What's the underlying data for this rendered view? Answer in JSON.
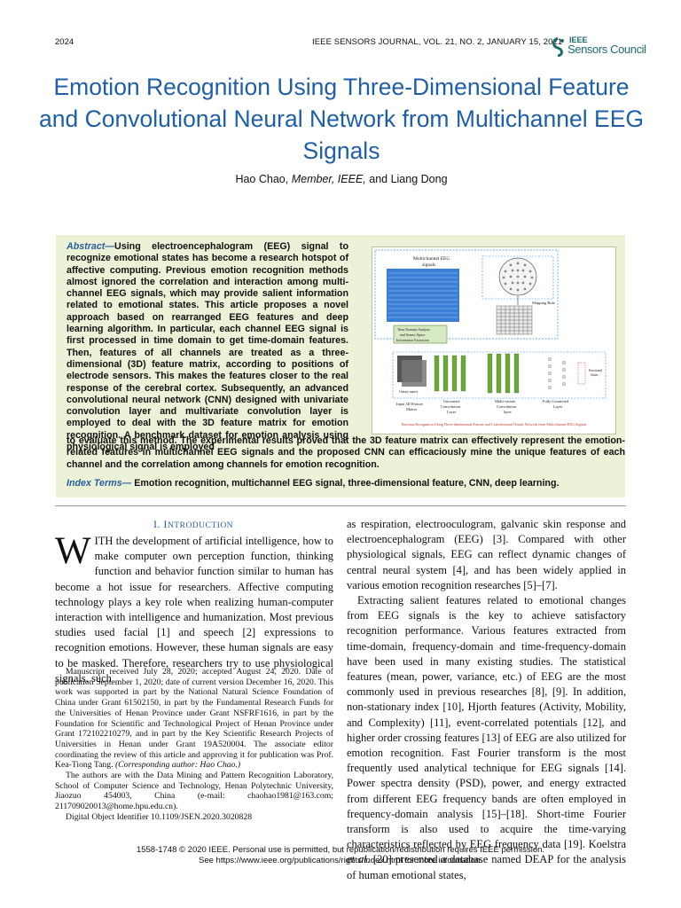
{
  "header": {
    "page_number": "2024",
    "journal": "IEEE SENSORS JOURNAL, VOL. 21, NO. 2, JANUARY 15, 2021",
    "logo_small": "IEEE",
    "logo_big": "Sensors Council"
  },
  "title": "Emotion Recognition Using Three-Dimensional Feature and Convolutional Neural Network from Multichannel EEG Signals",
  "authors": {
    "a1": "Hao Chao,",
    "a1_role": "Member, IEEE,",
    "joiner": "and Liang Dong"
  },
  "abstract": {
    "label": "Abstract",
    "dash": "—",
    "text": "Using electroencephalogram (EEG) signal to recognize emotional states has become a research hotspot of affective computing. Previous emotion recognition methods almost ignored the correlation and interaction among multi-channel EEG signals, which may provide salient information related to emotional states. This article proposes a novel approach based on rearranged EEG features and deep learning algorithm. In particular, each channel EEG signal is first processed in time domain to get time-domain features. Then, features of all channels are treated as a three-dimensional (3D) feature matrix, according to positions of electrode sensors. This makes the features closer to the real response of the cerebral cortex. Subsequently, an advanced convolutional neural network (CNN) designed with univariate convolution layer and multivariate convolution layer is employed to deal with the 3D feature matrix for emotion recognition. A benchmark dataset for emotion analysis using physiological signal is employed",
    "text_wide": "to evaluate this method. The experimental results proved that the 3D feature matrix can effectively represent the emotion-related features in multichannel EEG signals and the proposed CNN can efficaciously mine the unique features of each channel and the correlation among channels for emotion recognition."
  },
  "index_terms": {
    "label": "Index Terms",
    "dash": "—",
    "text": " Emotion recognition, multichannel EEG signal, three-dimensional feature, CNN, deep learning."
  },
  "figure": {
    "label_eeg": "Multichannel EEG",
    "label_eeg2": "signals",
    "label_time": "Time Domain Analysis",
    "label_time2": "and Sensor Space",
    "label_time3": "Information Extraction",
    "label_mapping": "Mapping Rule",
    "label_input": "Input 3D Feature",
    "label_input2": "Matrix",
    "label_uni": "Univariate",
    "label_uni2": "Convolution",
    "label_uni3": "Layer",
    "label_multi": "Multi-variate",
    "label_multi2": "Convolution",
    "label_multi3": "layer",
    "label_fc": "Fully Connected",
    "label_fc2": "Layer",
    "label_emotional": "Emotional",
    "label_emotional2": "States",
    "label_unitary": "Unitary matrix",
    "caption": "Emotion Recognition Using Three-dimensional Feature and Convolutional Neural Network from Multichannel EEG Signals"
  },
  "section": {
    "numeral": "I. I",
    "rest": "NTRODUCTION"
  },
  "left_col": {
    "dropcap": "W",
    "p1": "ITH the development of artificial intelligence, how to make computer own perception function, thinking function and behavior function similar to human has become a hot issue for researchers. Affective computing technology plays a key role when realizing human-computer interaction with intelligence and humanization. Most previous studies used facial [1] and speech [2] expressions to recognition emotions. However, these human signals are easy to be masked. Therefore, researchers try to use physiological signals, such"
  },
  "footnote": {
    "f1": "Manuscript received July 28, 2020; accepted August 24, 2020. Date of publication September 1, 2020; date of current version December 16, 2020. This work was supported in part by the National Natural Science Foundation of China under Grant 61502150, in part by the Fundamental Research Funds for the Universities of Henan Province under Grant NSFRF1616, in part by the Foundation for Scientific and Technological Project of Henan Province under Grant 172102210279, and in part by the Key Scientific Research Projects of Universities in Henan under Grant 19A520004. The associate editor coordinating the review of this article and approving it for publication was Prof. Kea-Tiong Tang.",
    "f1_italic": " (Corresponding author: Hao Chao.)",
    "f2": "The authors are with the Data Mining and Pattern Recognition Laboratory, School of Computer Science and Technology, Henan Polytechnic University, Jiaozuo 454003, China (e-mail: chaohao1981@163.com; 211709020013@home.hpu.edu.cn).",
    "f3": "Digital Object Identifier 10.1109/JSEN.2020.3020828"
  },
  "right_col": {
    "p1": "as respiration, electrooculogram, galvanic skin response and electroencephalogram (EEG) [3]. Compared with other physiological signals, EEG can reflect dynamic changes of central neural system [4], and has been widely applied in various emotion recognition researches [5]–[7].",
    "p2a": "Extracting salient features related to emotional changes from EEG signals is the key to achieve satisfactory recognition performance. Various features extracted from time-domain, frequency-domain and time-frequency-domain have been used in many existing studies. The statistical features (mean, power, variance, etc.) of EEG are the most commonly used in previous researches [8], [9]. In addition, non-stationary index [10], Hjorth features (Activity, Mobility, and Complexity) [11], event-correlated potentials [12], and higher order crossing features [13] of EEG are also utilized for emotion recognition. Fast Fourier transform is the most frequently used analytical technique for EEG signals [14]. Power spectra density (PSD), power, and energy extracted from different EEG frequency bands are often employed in frequency-domain analysis [15]–[18]. Short-time Fourier transform is also used to acquire the time-varying characteristics reflected by EEG frequency data [19]. Koelstra",
    "p2_italic": " et al",
    "p2b": ". [20] presented a database named DEAP for the analysis of human emotional states,"
  },
  "bottom": {
    "line1": "1558-1748 © 2020 IEEE. Personal use is permitted, but republication/redistribution requires IEEE permission.",
    "line2": "See https://www.ieee.org/publications/rights/index.html for more information."
  }
}
